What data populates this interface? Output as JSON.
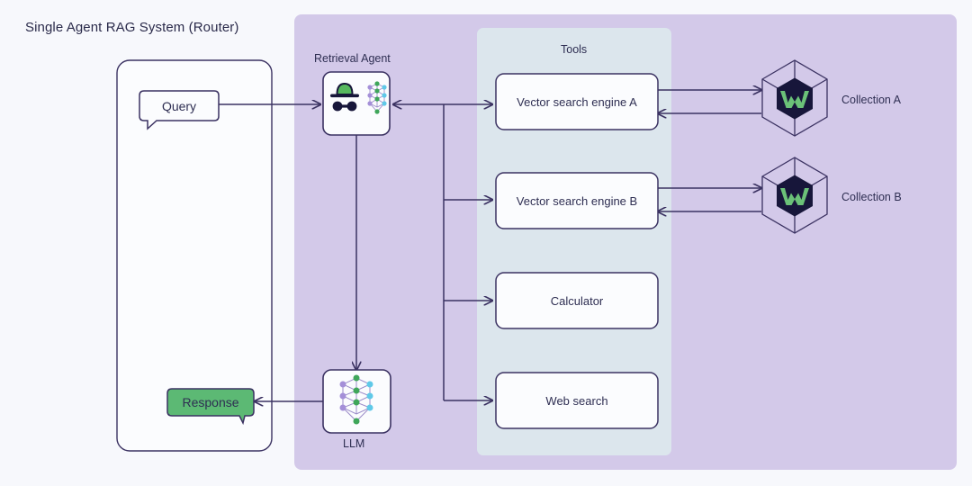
{
  "title": "Single Agent RAG System (Router)",
  "colors": {
    "page_background": "#f7f8fc",
    "agent_panel": "#d3c9e9",
    "tools_panel": "#dce6ed",
    "stroke": "#3b3262",
    "node_fill": "#f9fafd",
    "response_fill": "#5cb974",
    "accent_green": "#57b85e",
    "weaviate_dark": "#17163a",
    "weaviate_green": "#6bc178",
    "nn_purple": "#a48fd8",
    "nn_green": "#3fa65a",
    "nn_cyan": "#5fc9e8"
  },
  "container": {
    "name": "client-container"
  },
  "panels": {
    "agent": {
      "label": ""
    },
    "tools": {
      "label": "Tools"
    }
  },
  "labels": {
    "retrieval_agent": "Retrieval Agent",
    "llm": "LLM",
    "collection_a": "Collection A",
    "collection_b": "Collection B"
  },
  "bubbles": {
    "query": "Query",
    "response": "Response"
  },
  "tools": [
    {
      "id": "vector-search-engine-a",
      "label": "Vector search engine A"
    },
    {
      "id": "vector-search-engine-b",
      "label": "Vector search engine B"
    },
    {
      "id": "calculator",
      "label": "Calculator"
    },
    {
      "id": "web-search",
      "label": "Web search"
    }
  ],
  "collections": [
    {
      "id": "collection-a",
      "label": "Collection A"
    },
    {
      "id": "collection-b",
      "label": "Collection B"
    }
  ],
  "icons": {
    "retrieval_agent": "spy-agent-icon",
    "llm": "neural-network-icon",
    "collection": "weaviate-cube-icon"
  },
  "chart_data": {
    "type": "diagram",
    "title": "Single Agent RAG System (Router)",
    "nodes": [
      {
        "id": "query",
        "label": "Query",
        "shape": "speech-bubble",
        "group": "client"
      },
      {
        "id": "response",
        "label": "Response",
        "shape": "speech-bubble",
        "group": "client",
        "fill": "green"
      },
      {
        "id": "retrieval-agent",
        "label": "Retrieval Agent",
        "shape": "icon-box",
        "group": "agent"
      },
      {
        "id": "llm",
        "label": "LLM",
        "shape": "icon-box",
        "group": "agent"
      },
      {
        "id": "vector-search-engine-a",
        "label": "Vector search engine A",
        "shape": "rounded-rect",
        "group": "tools"
      },
      {
        "id": "vector-search-engine-b",
        "label": "Vector search engine B",
        "shape": "rounded-rect",
        "group": "tools"
      },
      {
        "id": "calculator",
        "label": "Calculator",
        "shape": "rounded-rect",
        "group": "tools"
      },
      {
        "id": "web-search",
        "label": "Web search",
        "shape": "rounded-rect",
        "group": "tools"
      },
      {
        "id": "collection-a",
        "label": "Collection A",
        "shape": "weaviate-cube",
        "group": "external"
      },
      {
        "id": "collection-b",
        "label": "Collection B",
        "shape": "weaviate-cube",
        "group": "external"
      }
    ],
    "edges": [
      {
        "from": "query",
        "to": "retrieval-agent",
        "arrow": "forward"
      },
      {
        "from": "retrieval-agent",
        "to": "vector-search-engine-a",
        "arrow": "both"
      },
      {
        "from": "retrieval-agent",
        "to": "vector-search-engine-b",
        "arrow": "forward"
      },
      {
        "from": "retrieval-agent",
        "to": "calculator",
        "arrow": "forward"
      },
      {
        "from": "retrieval-agent",
        "to": "web-search",
        "arrow": "forward"
      },
      {
        "from": "retrieval-agent",
        "to": "llm",
        "arrow": "forward"
      },
      {
        "from": "vector-search-engine-a",
        "to": "collection-a",
        "arrow": "both"
      },
      {
        "from": "vector-search-engine-b",
        "to": "collection-b",
        "arrow": "both"
      },
      {
        "from": "llm",
        "to": "response",
        "arrow": "forward"
      }
    ],
    "groups": [
      {
        "id": "client",
        "label": "",
        "fill": "#ffffff"
      },
      {
        "id": "agent",
        "label": "",
        "fill": "#d3c9e9"
      },
      {
        "id": "tools",
        "label": "Tools",
        "fill": "#dce6ed"
      }
    ]
  }
}
